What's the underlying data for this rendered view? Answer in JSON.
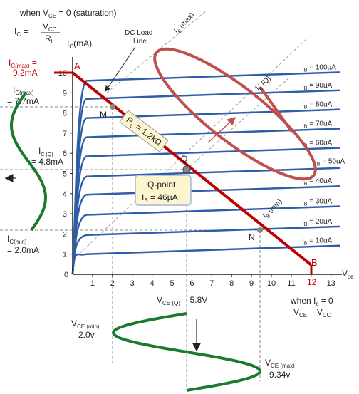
{
  "texts": {
    "top_condition": "when V",
    "top_condition_sub": "CE",
    "top_condition_rest": " = 0  (saturation)",
    "ic_eq_left": "I",
    "ic_eq_left_sub": "C",
    "ic_eq_eq": " = ",
    "ic_eq_num": "V",
    "ic_eq_num_sub": "CC",
    "ic_eq_den": "R",
    "ic_eq_den_sub": "L",
    "y_axis_label": "I",
    "y_axis_label_sub": "C",
    "y_axis_label_unit": "(mA)",
    "x_axis_label": "V",
    "x_axis_label_sub": "ce",
    "dc_load_line": "DC Load",
    "dc_load_line2": "Line",
    "ic_max_sat_label": "I",
    "ic_max_sat_sub": "C(max)",
    "ic_max_sat_eq": " =",
    "ic_max_sat_value": "9.2mA",
    "ic_max_label": "I",
    "ic_max_sub": "C(max)",
    "ic_max_value": "= 7.7mA",
    "ic_q_label": "I",
    "ic_q_sub": "C (Q)",
    "ic_q_value": "= 4.8mA",
    "ic_min_label": "I",
    "ic_min_sub": "C(min)",
    "ic_min_value": "= 2.0mA",
    "point_a": "A",
    "point_b": "B",
    "point_m": "M",
    "point_n": "N",
    "point_q": "Q",
    "rl_label": "R",
    "rl_sub": "L",
    "rl_value": " = 1.2kΩ",
    "qpoint_title": "Q-point",
    "qpoint_ib": "I",
    "qpoint_ib_sub": "B",
    "qpoint_ib_value": " = 46µA",
    "ib_max_label": "I",
    "ib_max_sub": "B",
    "ib_max_rest": " (max)",
    "ib_q_label": "I",
    "ib_q_sub": "B",
    "ib_q_rest": " (Q)",
    "ib_min_label": "I",
    "ib_min_sub": "B",
    "ib_min_rest": " (min)",
    "vce_q_label": "V",
    "vce_q_sub": "CE (Q)",
    "vce_q_value": " = 5.8V",
    "vce_min_label": "V",
    "vce_min_sub": "CE (min)",
    "vce_min_value": "2.0v",
    "vce_max_label": "V",
    "vce_max_sub": "CE (max)",
    "vce_max_value": "9.34v",
    "bottom_cond1": "when I",
    "bottom_cond1_sub": "c",
    "bottom_cond1_rest": " = 0",
    "bottom_cond2": "V",
    "bottom_cond2_sub": "CE",
    "bottom_cond2_eq": " = V",
    "bottom_cond2_sub2": "CC",
    "x_end_label": "12"
  },
  "axes": {
    "x_ticks": [
      "0",
      "1",
      "2",
      "3",
      "4",
      "5",
      "6",
      "7",
      "8",
      "9",
      "10",
      "11",
      "12",
      "13"
    ],
    "y_ticks": [
      "0",
      "1",
      "2",
      "3",
      "4",
      "5",
      "6",
      "7",
      "8",
      "9",
      "10"
    ]
  },
  "curves": [
    {
      "label": "I",
      "sub": "B",
      "value": " = 10uA",
      "ma": 1.0
    },
    {
      "label": "I",
      "sub": "B",
      "value": " = 20uA",
      "ma": 1.95
    },
    {
      "label": "I",
      "sub": "B",
      "value": " = 30uA",
      "ma": 2.95
    },
    {
      "label": "I",
      "sub": "B",
      "value": " = 40uA",
      "ma": 3.95
    },
    {
      "label": "I",
      "sub": "B",
      "value": " = 50uA",
      "ma": 4.85
    },
    {
      "label": "I",
      "sub": "B",
      "value": " = 60uA",
      "ma": 5.85
    },
    {
      "label": "I",
      "sub": "B",
      "value": " = 70uA",
      "ma": 6.8
    },
    {
      "label": "I",
      "sub": "B",
      "value": " = 80uA",
      "ma": 7.75
    },
    {
      "label": "I",
      "sub": "B",
      "value": " = 90uA",
      "ma": 8.7
    },
    {
      "label": "I",
      "sub": "B",
      "value": " = 100uA",
      "ma": 9.6
    }
  ],
  "colors": {
    "curve": "#2f5ea8",
    "load_line": "#c00000",
    "sine": "#1a7a2e",
    "ellipse": "#c0504d",
    "qbox_fill": "#fdf5d0",
    "qbox_stroke": "#a0b8d8"
  }
}
